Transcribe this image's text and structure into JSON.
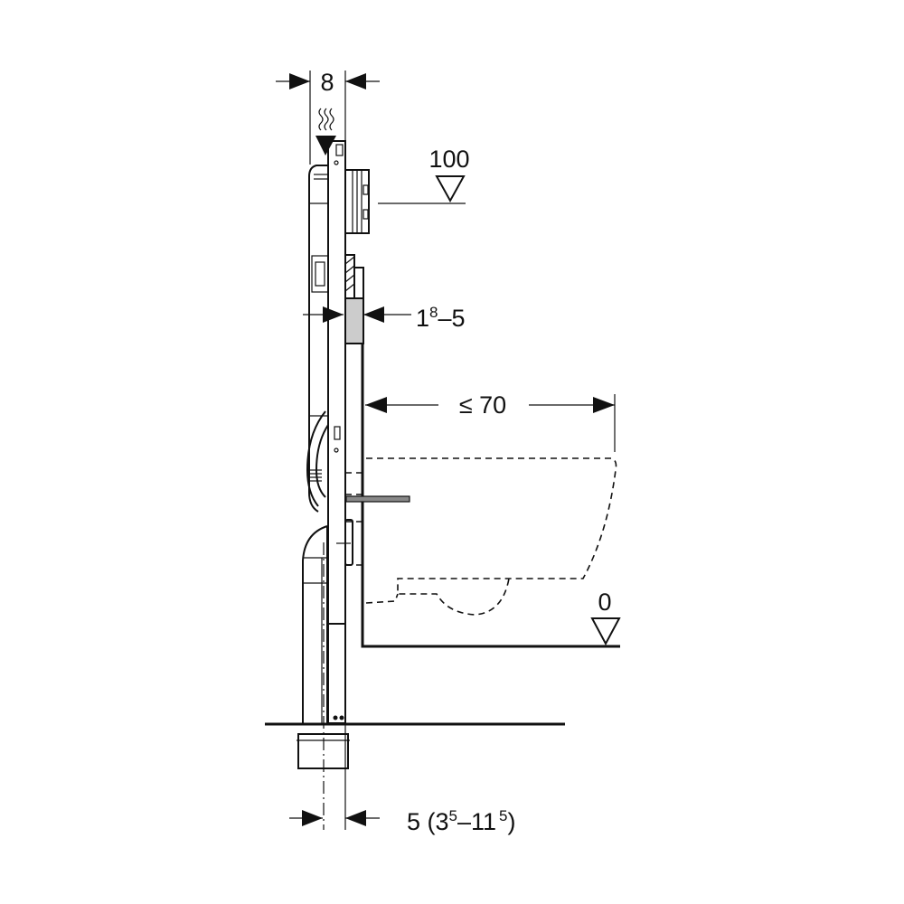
{
  "dimensions": {
    "frame_depth": "8",
    "top_level": "100",
    "wall_thickness_base": "1",
    "wall_thickness_sup": "8",
    "wall_thickness_rest": "–5",
    "max_projection": "≤ 70",
    "floor_level": "0",
    "offset_main": "5 (3",
    "offset_sup1": "5",
    "offset_mid": "–11",
    "offset_sup2": "5",
    "offset_end": ")"
  },
  "colors": {
    "line": "#111111",
    "board": "#cccccc"
  }
}
